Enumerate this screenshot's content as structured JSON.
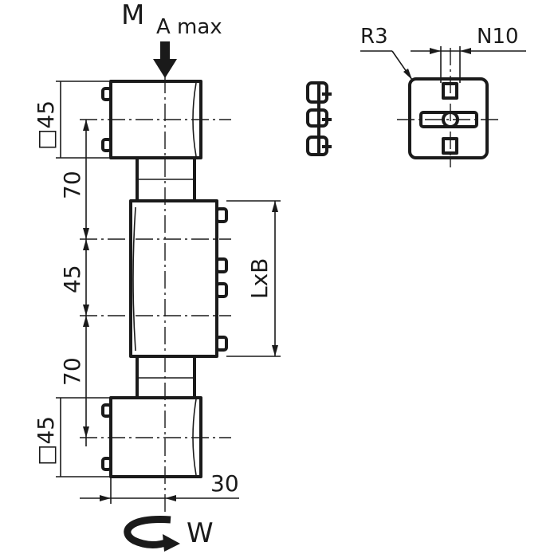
{
  "load_label": {
    "main": "M",
    "sub": "A max"
  },
  "torque_label": "W",
  "dimensions": {
    "square_top": "□45",
    "pitch_upper": "70",
    "middle_block": "45",
    "pitch_lower": "70",
    "square_bottom": "□45",
    "length_label": "LxB",
    "offset": "30",
    "radius": "R3",
    "slot": "N10"
  }
}
